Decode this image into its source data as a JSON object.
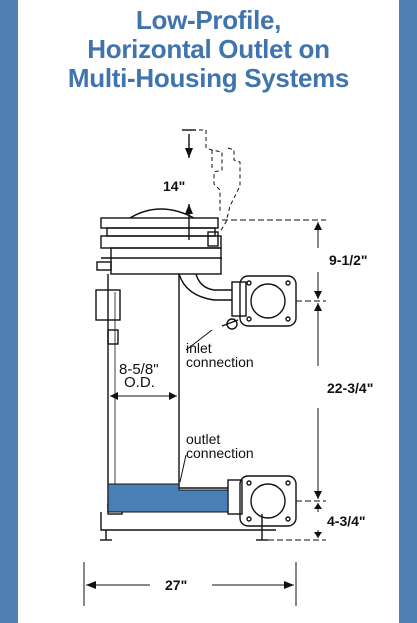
{
  "title": {
    "line1": "Low-Profile,",
    "line2": "Horizontal Outlet on",
    "line3": "Multi-Housing Systems"
  },
  "dimensions": {
    "top_clearance": "14\"",
    "flange_offset": "9-1/2\"",
    "od_line1": "8-5/8\"",
    "od_line2": "O.D.",
    "height_between": "22-3/4\"",
    "outlet_height": "4-3/4\"",
    "overall_width": "27\""
  },
  "labels": {
    "inlet_line1": "inlet",
    "inlet_line2": "connection",
    "outlet_line1": "outlet",
    "outlet_line2": "connection"
  },
  "colors": {
    "frame": "#4f7fb3",
    "title": "#3f74ad",
    "fill": "#4a7fb5"
  }
}
